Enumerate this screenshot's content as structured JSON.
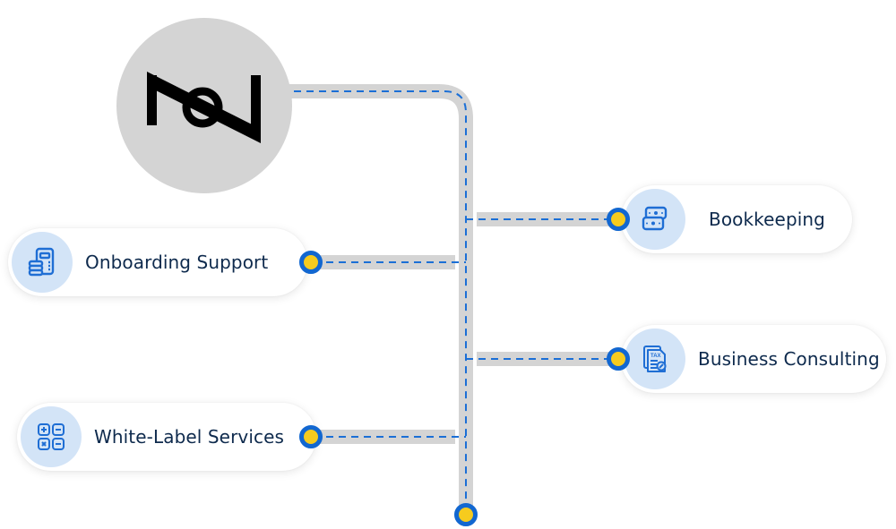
{
  "diagram": {
    "hub": {
      "name": "Company logo",
      "icon": "logo-mark"
    },
    "colors": {
      "track": "#d4d4d4",
      "dash": "#1b6fd6",
      "node_fill": "#f6cb1e",
      "node_ring": "#1267d0",
      "icon_bg": "#d3e4f7",
      "icon_stroke": "#1f6ed4",
      "label": "#0e2a4d"
    },
    "services": [
      {
        "label": "Bookkeeping",
        "icon": "banknotes-icon",
        "side": "right"
      },
      {
        "label": "Onboarding Support",
        "icon": "calculator-coins-icon",
        "side": "left"
      },
      {
        "label": "Business Consulting",
        "icon": "tax-document-icon",
        "side": "right"
      },
      {
        "label": "White-Label Services",
        "icon": "math-operators-icon",
        "side": "left"
      }
    ]
  }
}
